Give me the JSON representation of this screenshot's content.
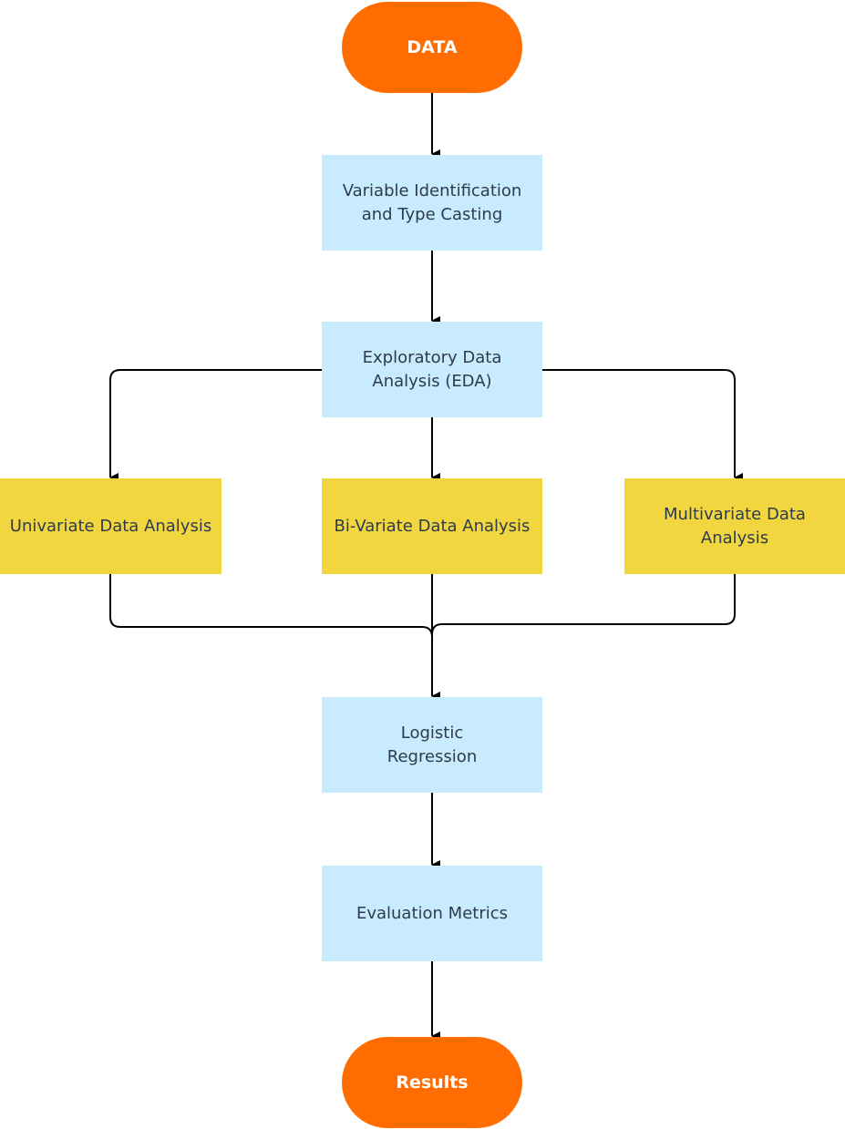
{
  "diagram": {
    "start": {
      "label": "DATA"
    },
    "variable_identification": {
      "lines": [
        "Variable Identification",
        "and Type Casting"
      ]
    },
    "eda": {
      "lines": [
        "Exploratory Data",
        "Analysis (EDA)"
      ]
    },
    "univariate": {
      "label": "Univariate Data Analysis"
    },
    "bivariate": {
      "label": "Bi-Variate Data Analysis"
    },
    "multivariate": {
      "lines": [
        "Multivariate Data",
        "Analysis"
      ]
    },
    "logistic_regression": {
      "lines": [
        "Logistic",
        "Regression"
      ]
    },
    "evaluation_metrics": {
      "label": "Evaluation Metrics"
    },
    "end": {
      "label": "Results"
    }
  },
  "colors": {
    "terminal": "#ff6c02",
    "process": "#c8ebfd",
    "analysis": "#f2d63f",
    "connector": "#000000",
    "text": "#2d3b4e"
  }
}
